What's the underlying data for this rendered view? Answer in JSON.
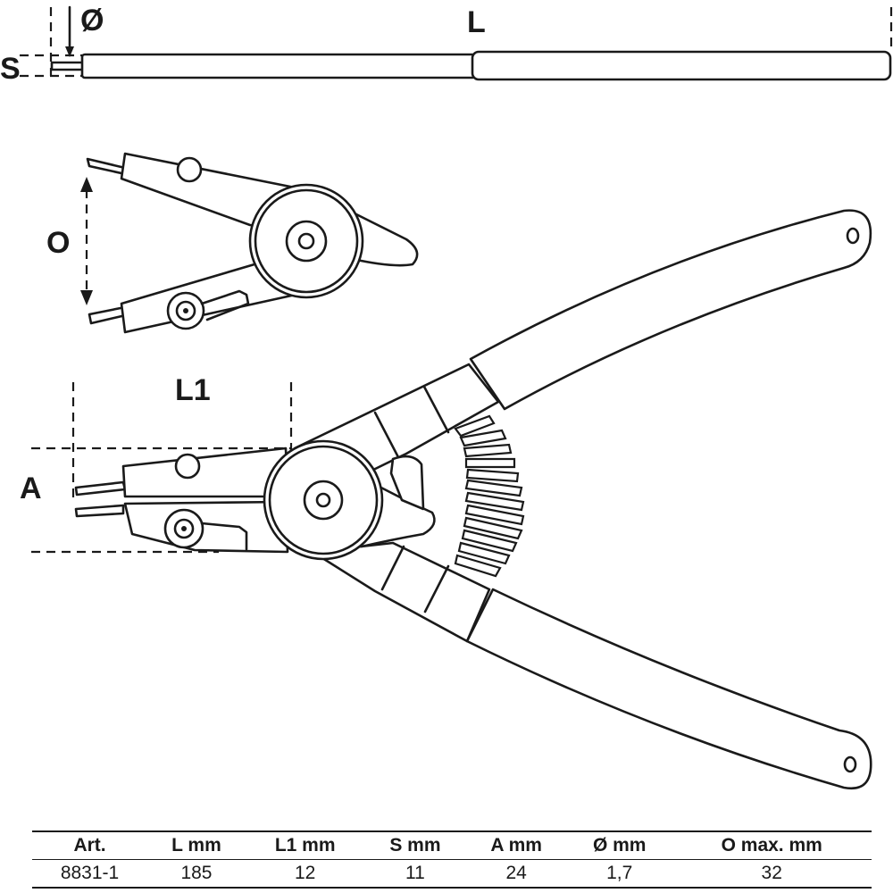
{
  "labels": {
    "diameter": "Ø",
    "length": "L",
    "thickness": "S",
    "opening": "O",
    "tip_length": "L1",
    "angle": "A"
  },
  "table": {
    "headers": [
      "Art.",
      "L  mm",
      "L1  mm",
      "S  mm",
      "A  mm",
      "Ø  mm",
      "O  max.  mm"
    ],
    "rows": [
      [
        "8831-1",
        "185",
        "12",
        "11",
        "24",
        "1,7",
        "32"
      ]
    ]
  }
}
